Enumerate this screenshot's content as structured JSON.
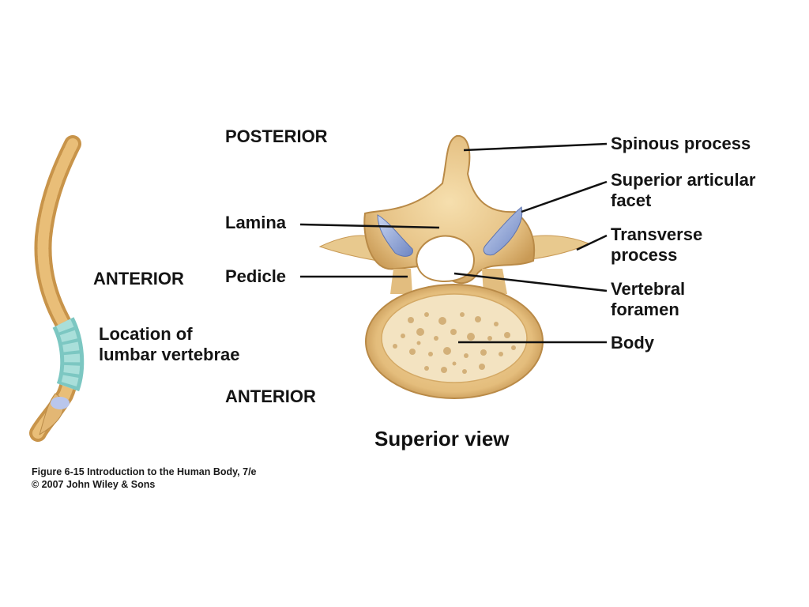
{
  "orientation": {
    "posterior": "POSTERIOR",
    "anterior_left": "ANTERIOR",
    "anterior_bottom": "ANTERIOR"
  },
  "location_label": [
    "Location of",
    "lumbar vertebrae"
  ],
  "left_labels": {
    "lamina": "Lamina",
    "pedicle": "Pedicle"
  },
  "right_labels": {
    "spinous_process": "Spinous process",
    "superior_articular_facet": [
      "Superior articular",
      "facet"
    ],
    "transverse_process": [
      "Transverse",
      "process"
    ],
    "vertebral_foramen": [
      "Vertebral",
      "foramen"
    ],
    "body": "Body"
  },
  "view_title": "Superior view",
  "caption": {
    "line1": "Figure 6-15  Introduction to the Human Body, 7/e",
    "line2": "© 2007 John Wiley & Sons"
  },
  "colors": {
    "bone": "#e8c98e",
    "bone_shadow": "#c99a55",
    "cartilage": "#7f97cf",
    "lumbar_highlight": "#8fd0cc",
    "leader_line": "#111111"
  }
}
